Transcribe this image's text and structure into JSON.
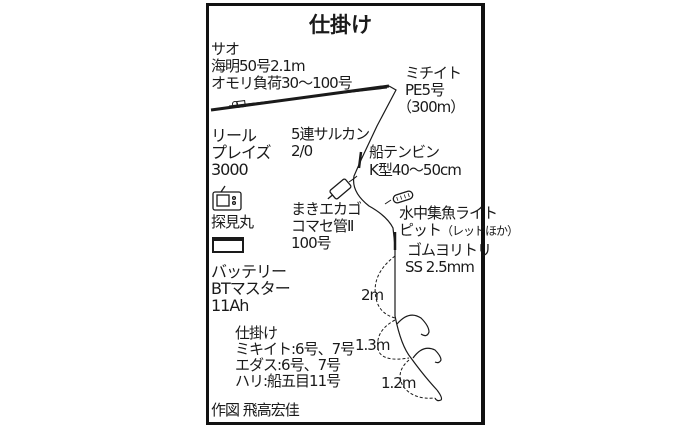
{
  "title": "仕掛け",
  "rod": {
    "heading": "サオ",
    "model": "海明50号2.1m",
    "load": "オモリ負荷30〜100号"
  },
  "mainline": {
    "heading": "ミチイト",
    "spec": "PE5号",
    "length": "（300m）"
  },
  "reel": {
    "heading": "リール",
    "model": "プレイズ",
    "size": "3000"
  },
  "swivel": {
    "name": "5連サルカン",
    "size": "2/0"
  },
  "balance": {
    "name": "船テンビン",
    "spec": "K型40〜50cm"
  },
  "fishfinder": {
    "label": "探見丸",
    "icon": "fish-finder-icon"
  },
  "battery": {
    "icon": "battery-icon",
    "heading": "バッテリー",
    "model": "BTマスター",
    "capacity": "11Ah"
  },
  "chum_basket": {
    "name": "まきエカゴ",
    "model": "コマセ管Ⅱ",
    "size": "100号"
  },
  "light": {
    "name": "水中集魚ライト",
    "model": "ピット",
    "note": "（レッドほか）"
  },
  "cushion": {
    "name": "ゴムヨリトリ",
    "spec": "SS 2.5mm"
  },
  "lengths": [
    "2m",
    "1.3m",
    "1.2m"
  ],
  "rig": {
    "heading": "仕掛け",
    "mikito": "ミキイト:6号、7号",
    "edasu": "エダス:6号、7号",
    "hook": "ハリ:船五目11号"
  },
  "credit": "作図 飛高宏佳",
  "colors": {
    "line": "#1a1a1a",
    "frame": "#111111",
    "background": "#ffffff"
  }
}
